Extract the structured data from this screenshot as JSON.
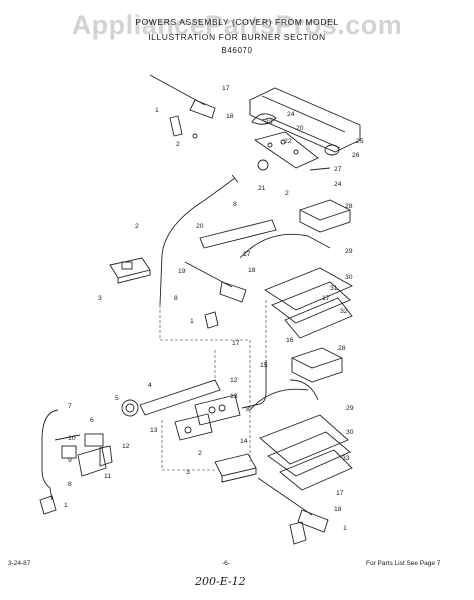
{
  "watermark": "AppliancePartsPros.com",
  "header": {
    "line1": "POWERS ASSEMBLY (COVER) FROM MODEL",
    "line2": "ILLUSTRATION FOR BURNER SECTION",
    "line3": "B46070"
  },
  "footer": {
    "date": "3-24-87",
    "page": "-6-",
    "note": "For Parts List See Page 7"
  },
  "handwriting": "200-E-12",
  "callouts": [
    "1",
    "2",
    "3",
    "4",
    "5",
    "6",
    "7",
    "8",
    "9",
    "10",
    "11",
    "12",
    "13",
    "14",
    "15",
    "16",
    "17",
    "18",
    "19",
    "20",
    "21",
    "22",
    "23",
    "24",
    "25",
    "26",
    "27",
    "28",
    "29",
    "30",
    "31",
    "32"
  ]
}
